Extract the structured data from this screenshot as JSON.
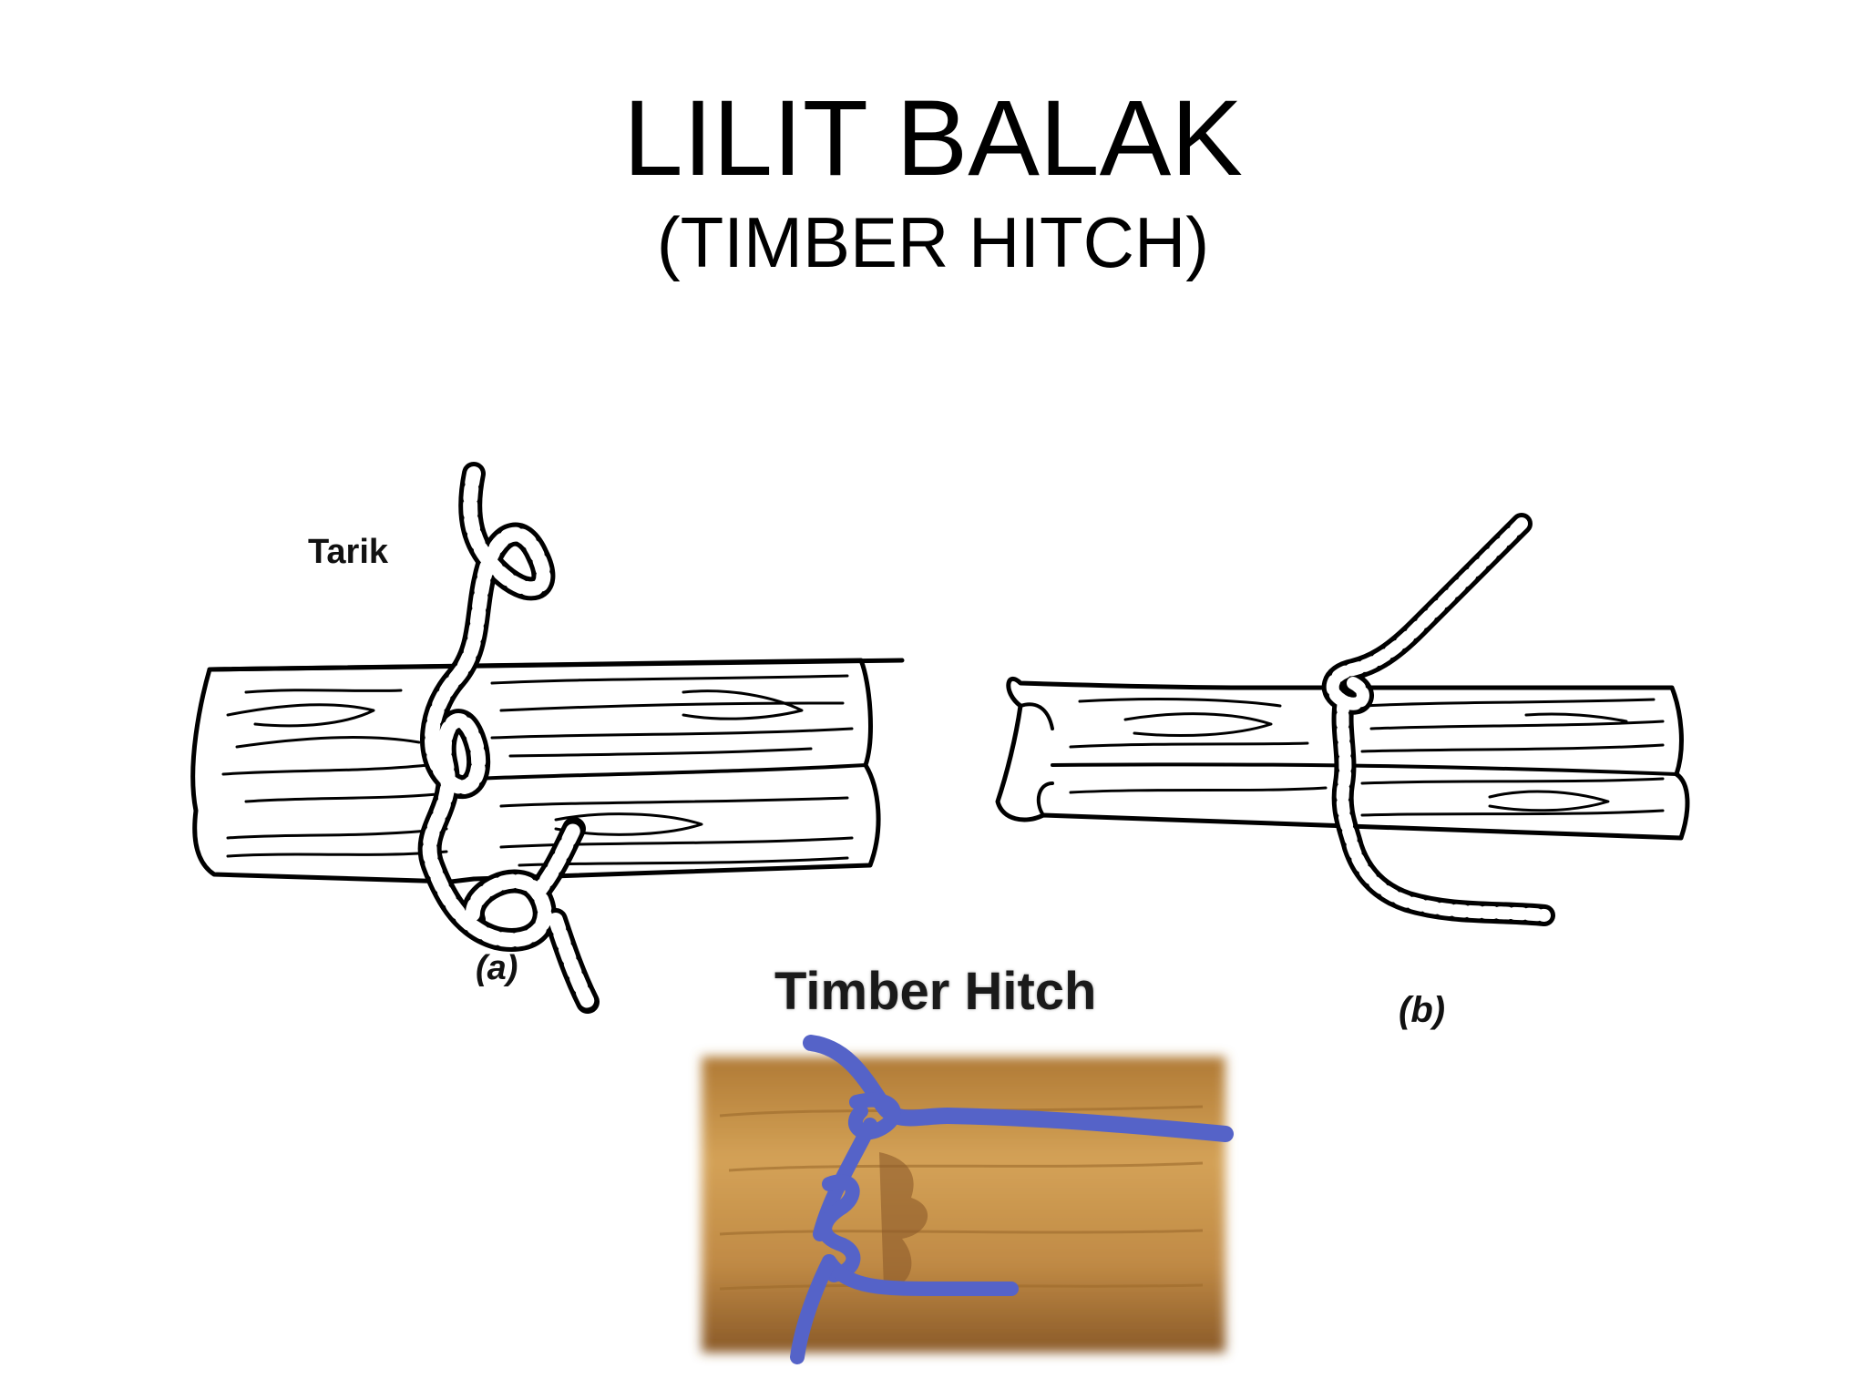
{
  "slide": {
    "title": "LILIT BALAK",
    "subtitle": "(TIMBER HITCH)"
  },
  "figure_a": {
    "pull_label": "Tarik",
    "caption": "(a)"
  },
  "figure_b": {
    "caption": "(b)"
  },
  "photo": {
    "title": "Timber Hitch",
    "rope_color": "#5563c8",
    "wood_color": "#c8964a"
  }
}
